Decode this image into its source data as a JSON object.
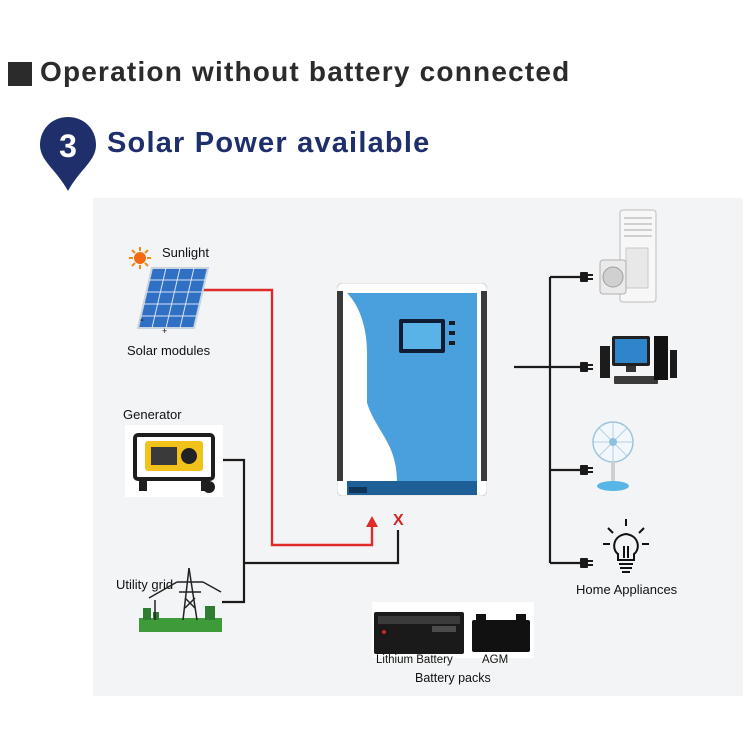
{
  "header": {
    "title": "Operation without battery connected",
    "step_number": "3",
    "subtitle": "Solar Power available"
  },
  "diagram": {
    "sunlight_label": "Sunlight",
    "solar_label": "Solar modules",
    "solar_minus": "-",
    "solar_plus": "+",
    "generator_label": "Generator",
    "grid_label": "Utility grid",
    "disconnect_mark": "X",
    "lithium_label": "Lithium Battery",
    "agm_label": "AGM",
    "battery_packs_label": "Battery packs",
    "home_appliances_label": "Home Appliances"
  },
  "colors": {
    "heading": "#2b2b2b",
    "subtitle": "#1f2f6b",
    "badge": "#1f2f6b",
    "inverter_blue": "#4a9fdd",
    "solar_wire": "#e02b2b",
    "wire": "#1a1a1a"
  }
}
